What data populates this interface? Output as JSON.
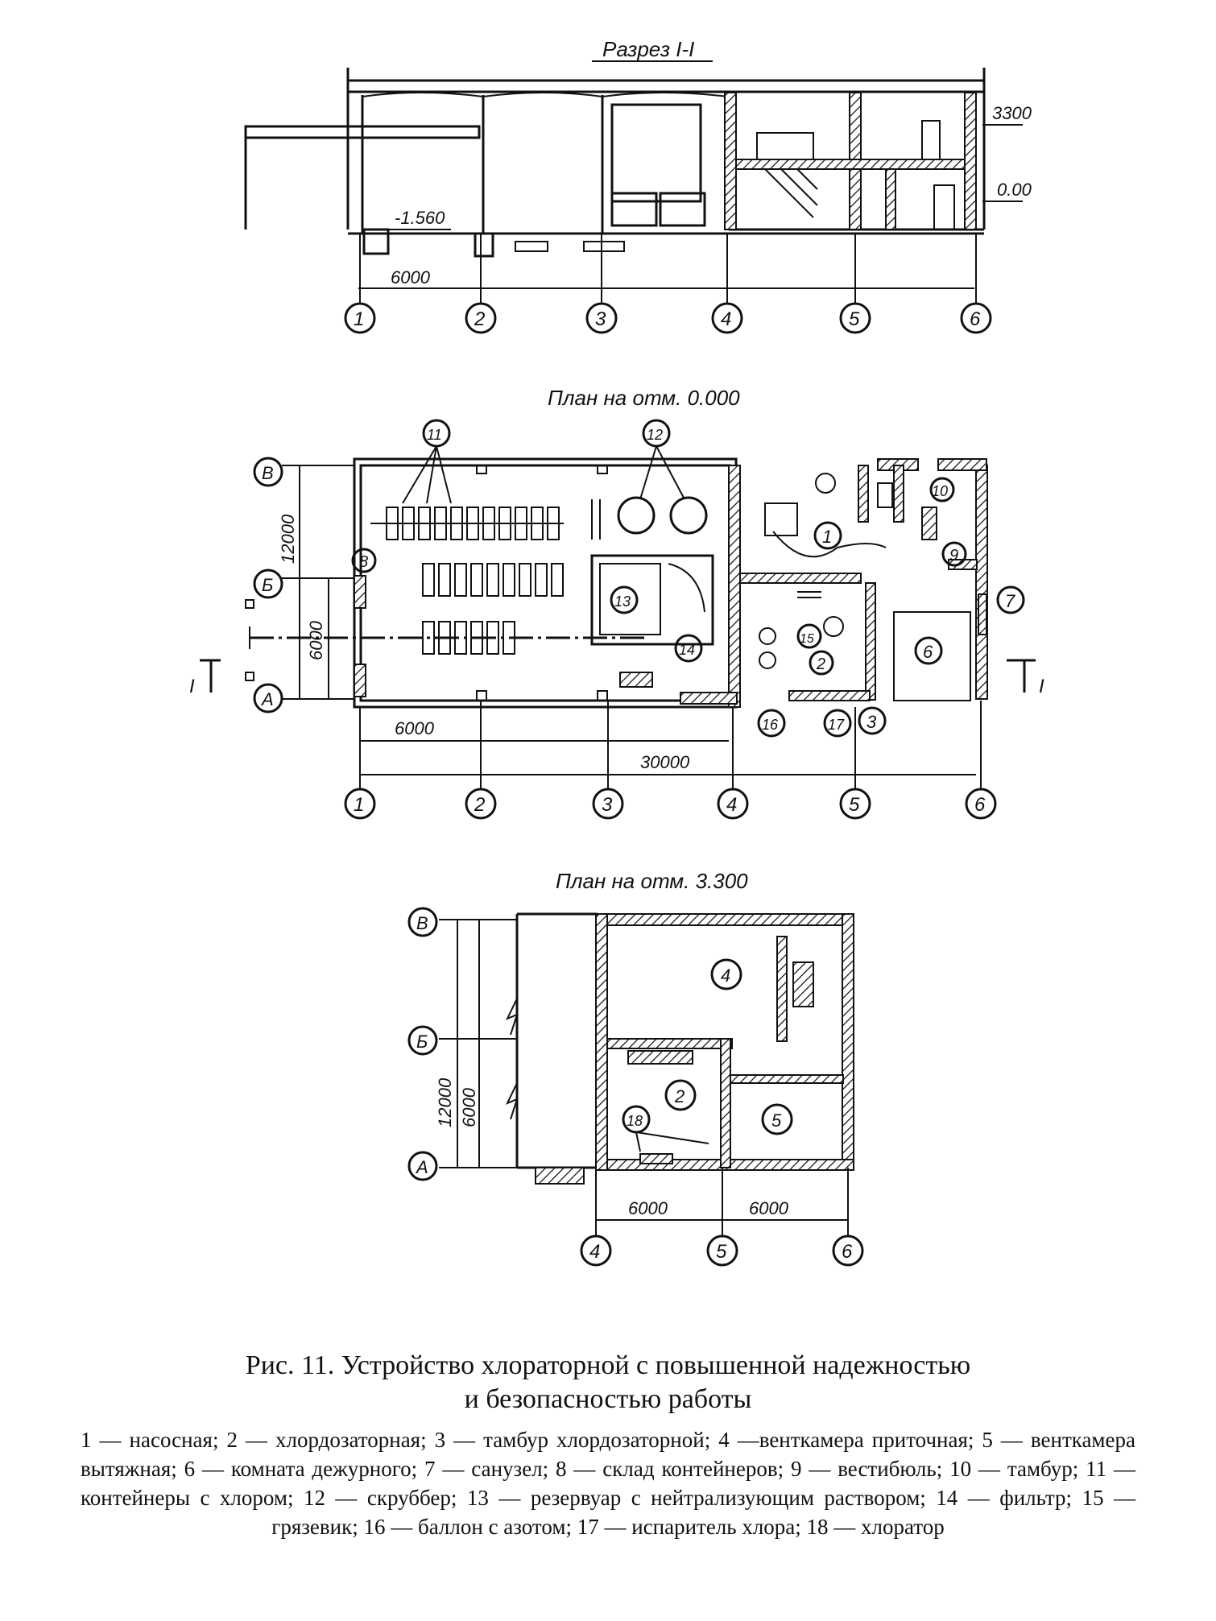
{
  "section": {
    "title": "Разрез I-I",
    "dim_span": "6000",
    "elev_top": "3300",
    "elev_zero": "0.00",
    "elev_low": "-1.560",
    "axes": [
      "1",
      "2",
      "3",
      "4",
      "5",
      "6"
    ]
  },
  "plan0": {
    "title": "План на отм. 0.000",
    "dim_bay": "6000",
    "dim_total": "30000",
    "dim_width": "12000",
    "dim_half": "6000",
    "axes": [
      "1",
      "2",
      "3",
      "4",
      "5",
      "6"
    ],
    "rows": [
      "В",
      "Б",
      "А"
    ],
    "section_mark": "I",
    "rooms": [
      "1",
      "2",
      "3",
      "6",
      "7",
      "8",
      "9",
      "10",
      "11",
      "12",
      "13",
      "14",
      "15",
      "16",
      "17"
    ]
  },
  "plan33": {
    "title": "План на отм. 3.300",
    "dim_a": "6000",
    "dim_b": "6000",
    "dim_width": "12000",
    "dim_half": "6000",
    "axes": [
      "4",
      "5",
      "6"
    ],
    "rows": [
      "В",
      "Б",
      "А"
    ],
    "rooms": [
      "4",
      "2",
      "5",
      "18"
    ]
  },
  "caption": {
    "line1": "Рис. 11. Устройство хлораторной с повышенной надежностью",
    "line2": "и безопасностью работы",
    "legend": "1 — насосная; 2 — хлордозаторная; 3 — тамбур хлордозаторной; 4 —венткамера приточная; 5 — венткамера вытяжная; 6 — комната дежурного; 7 — санузел; 8 — склад контейнеров; 9 — вестибюль; 10 — тамбур; 11 — контейнеры с хлором; 12 — скруббер; 13 — резервуар с нейтрализующим раствором; 14 — фильтр; 15 — грязевик; 16 — баллон с азотом; 17 — испаритель хлора; 18 — хлоратор"
  }
}
